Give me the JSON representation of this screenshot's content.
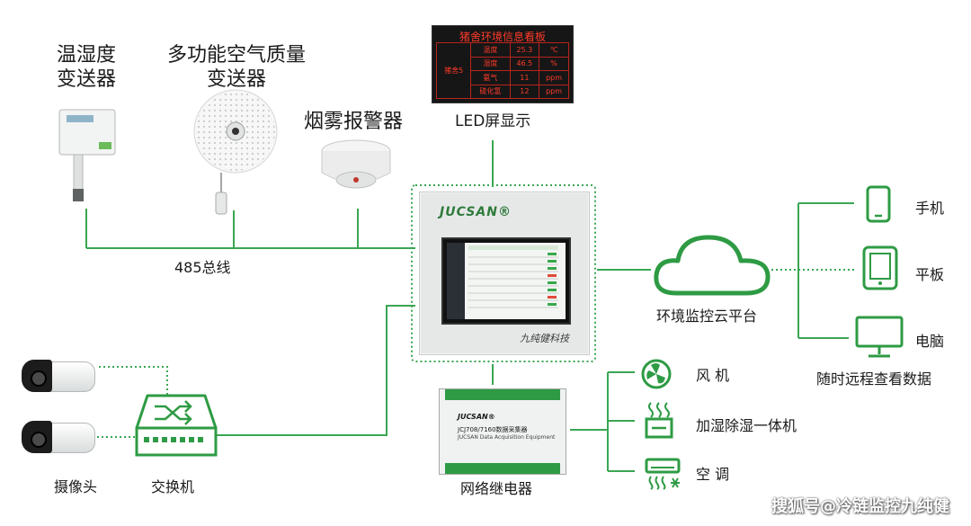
{
  "devices": {
    "temp_humidity": "温湿度\n变送器",
    "air_quality": "多功能空气质量\n变送器",
    "smoke_alarm": "烟雾报警器",
    "led_display": "LED屏显示"
  },
  "bus_label": "485总线",
  "led_board": {
    "title": "猪舍环境信息看板",
    "rows": [
      [
        "猪舍5",
        "温度",
        "25.3",
        "℃"
      ],
      [
        "",
        "湿度",
        "46.5",
        "%"
      ],
      [
        "",
        "氨气",
        "11",
        "ppm"
      ],
      [
        "",
        "硫化氢",
        "12",
        "ppm"
      ]
    ]
  },
  "controller": {
    "brand": "JUCSAN®",
    "footer": "九纯健科技"
  },
  "cloud": {
    "label": "环境监控云平台"
  },
  "clients": {
    "phone": "手机",
    "tablet": "平板",
    "computer": "电脑",
    "caption": "随时远程查看数据"
  },
  "cameras": {
    "label": "摄像头"
  },
  "switch": {
    "label": "交换机"
  },
  "relay": {
    "brand": "JUCSAN®",
    "model": "JCJ708/7160数据采集器",
    "english": "JUCSAN Data Acquisition Equipment",
    "label": "网络继电器"
  },
  "actuators": {
    "fan": "风 机",
    "humidifier": "加湿除湿一体机",
    "ac": "空 调"
  },
  "colors": {
    "accent": "#2e9b44",
    "line": "#3aa654",
    "led_text": "#ff3a2a"
  },
  "watermark": "搜狐号@冷链监控九纯健"
}
